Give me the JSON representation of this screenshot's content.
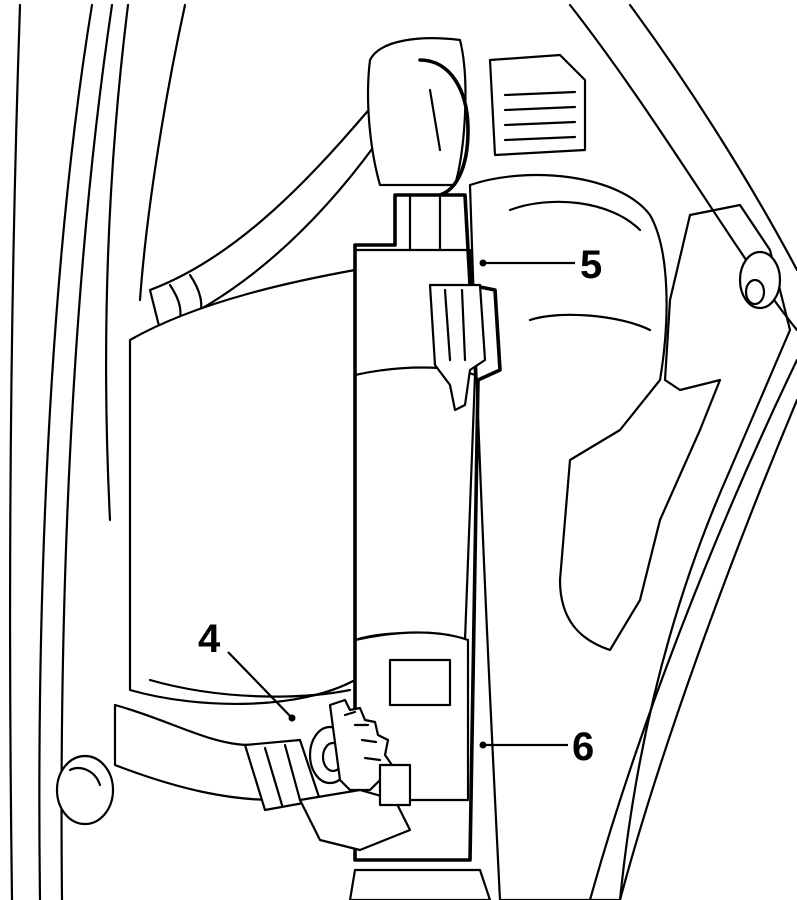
{
  "callouts": {
    "label_4": "4",
    "label_5": "5",
    "label_6": "6"
  },
  "colors": {
    "ink": "#000000",
    "paper": "#ffffff"
  }
}
